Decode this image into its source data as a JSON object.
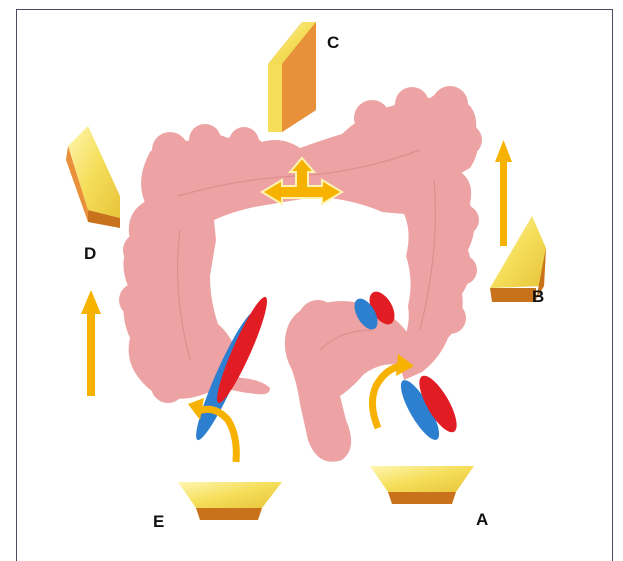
{
  "labels": {
    "a": "A",
    "b": "B",
    "c": "C",
    "d": "D",
    "e": "E"
  },
  "colors": {
    "colon": "#eda3a3",
    "colon_edge": "#d88a8a",
    "arrow": "#f7b200",
    "prism_top": "#f5de5a",
    "prism_side": "#c8731b",
    "artery": "#e21c23",
    "vein": "#2d7fd0"
  },
  "icons": {
    "position_a": "trocar-wedge-icon",
    "position_b": "trocar-wedge-icon",
    "position_c": "trocar-wedge-icon",
    "position_d": "trocar-wedge-icon",
    "position_e": "trocar-wedge-icon"
  }
}
